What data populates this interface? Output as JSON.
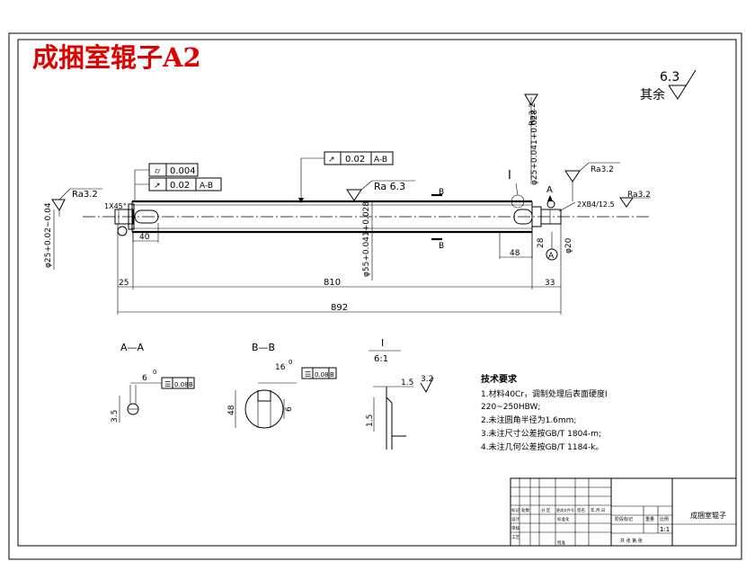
{
  "title": "成捆室辊子A2",
  "surface_other": {
    "value": "6.3",
    "label": "其余"
  },
  "feature_control": {
    "upper_left_top": {
      "value": "0.004"
    },
    "upper_left_bottom": {
      "value": "0.02",
      "datum": "A-B"
    },
    "middle": {
      "value": "0.02",
      "datum": "A-B"
    }
  },
  "roughness": {
    "left": "Ra3.2",
    "middle": "Ra 6.3",
    "right_top": "Ra3.2",
    "right_end": "Ra3.2",
    "shoulder": "Ra3.2"
  },
  "dims": {
    "chamfer": "1X45°",
    "len_40": "40",
    "len_25": "25",
    "len_810": "810",
    "len_33": "33",
    "len_892": "892",
    "len_48": "48",
    "dia_left": "φ25+0.02−0.04",
    "dia_main": "φ55+0.041+0.028",
    "dia_right": "φ25+0.041+0.028",
    "dia_20": "φ20",
    "dim_28": "28",
    "thread": "2XB4/12.5",
    "section_marker_b": "B",
    "section_marker_i": "I",
    "datum_a": "A"
  },
  "sections": {
    "aa": {
      "label": "A—A",
      "dim_width": "6",
      "tol": "0",
      "dim_depth": "3.5",
      "sym_val": "0.08",
      "sym_datum": "B"
    },
    "bb": {
      "label": "B—B",
      "dim_width": "16",
      "tol": "0",
      "dim_depth": "48",
      "dim_side": "6",
      "sym_val": "0.08",
      "sym_datum": "B"
    },
    "detail": {
      "label": "I",
      "scale": "6:1",
      "dim_top": "1.5",
      "rough": "3.2",
      "dim_side": "1.5"
    }
  },
  "tech_requirements": {
    "heading": "技术要求",
    "lines": [
      "1.材料40Cr，调制处理后表面硬度I",
      "220~250HBW;",
      "2.未注圆角半径为1.6mm;",
      "3.未注尺寸公差按GB/T 1804-m;",
      "4.未注几何公差按GB/T 1184-k。"
    ]
  },
  "title_block": {
    "drawing_name": "成捆室辊子",
    "small_labels": [
      "标记",
      "处数",
      "分 区",
      "更改文件号",
      "签名",
      "年.月.日",
      "设计",
      "标准化",
      "审核",
      "工艺",
      "批准",
      "阶段标记",
      "重量",
      "比例",
      "共 张 第 张"
    ],
    "scale": "1:1"
  }
}
